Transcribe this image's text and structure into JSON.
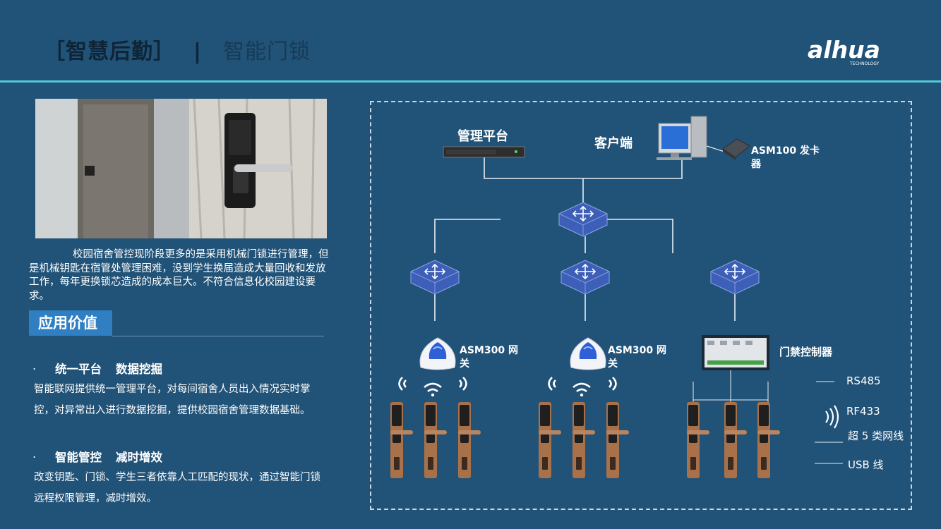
{
  "header": {
    "bracket_title": "［智慧后勤］",
    "separator": "|",
    "main_title": "智能门锁",
    "brand": "alhua",
    "brand_sub": "TECHNOLOGY"
  },
  "intro": {
    "text": "校园宿舍管控现阶段更多的是采用机械门锁进行管理，但是机械钥匙在宿管处管理困难，没到学生换届造成大量回收和发放工作，每年更换锁芯造成的成本巨大。不符合信息化校园建设要求。"
  },
  "section": {
    "title": "应用价值"
  },
  "features": [
    {
      "bullet": "·",
      "title_a": "统一平台",
      "title_b": "数据挖掘",
      "text": "智能联网提供统一管理平台，对每间宿舍人员出入情况实时掌控，对异常出入进行数据挖掘，提供校园宿舍管理数据基础。"
    },
    {
      "bullet": "·",
      "title_a": "智能管控",
      "title_b": "减时增效",
      "text": "改变钥匙、门锁、学生三者依靠人工匹配的现状，通过智能门锁远程权限管理，减时增效。"
    }
  ],
  "diagram": {
    "platform": "管理平台",
    "client": "客户端",
    "card_issuer": "ASM100 发卡器",
    "gateway_1": "ASM300 网关",
    "gateway_2": "ASM300 网关",
    "controller": "门禁控制器",
    "legend": {
      "rs485": "RS485",
      "rf433": "RF433",
      "cat5": "超 5 类网线",
      "usb": "USB 线"
    }
  },
  "colors": {
    "background": "#215277",
    "accent_line": "#56c9d8",
    "section_box": "#2f7fc2",
    "switch_blue": "#3d5fb8",
    "lock_bronze": "#a8714a"
  },
  "icons": [
    "server-icon",
    "computer-icon",
    "card-reader-icon",
    "switch-icon",
    "gateway-icon",
    "wifi-icon",
    "door-lock-icon",
    "controller-icon"
  ]
}
